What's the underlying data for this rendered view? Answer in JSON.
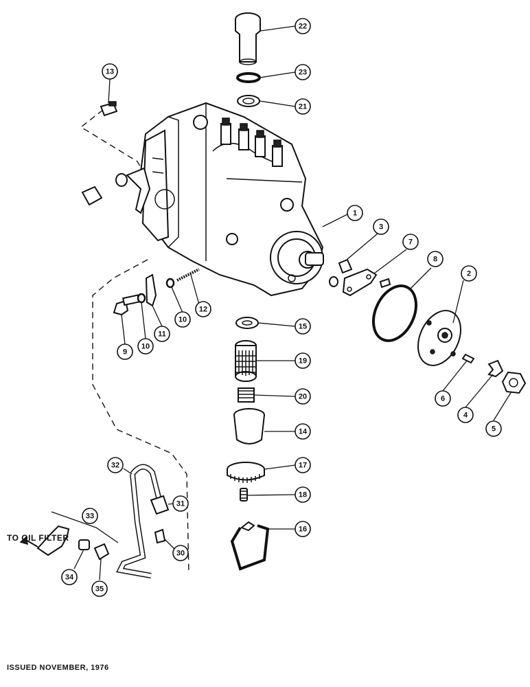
{
  "labels": {
    "to_oil_filter": "TO OIL FILTER",
    "issued": "ISSUED NOVEMBER, 1976"
  },
  "callouts": [
    {
      "id": "1",
      "name": "callout-1"
    },
    {
      "id": "2",
      "name": "callout-2"
    },
    {
      "id": "3",
      "name": "callout-3"
    },
    {
      "id": "4",
      "name": "callout-4"
    },
    {
      "id": "5",
      "name": "callout-5"
    },
    {
      "id": "6",
      "name": "callout-6"
    },
    {
      "id": "7",
      "name": "callout-7"
    },
    {
      "id": "8",
      "name": "callout-8"
    },
    {
      "id": "9",
      "name": "callout-9"
    },
    {
      "id": "10",
      "name": "callout-10-a"
    },
    {
      "id": "10",
      "name": "callout-10-b"
    },
    {
      "id": "11",
      "name": "callout-11"
    },
    {
      "id": "12",
      "name": "callout-12"
    },
    {
      "id": "13",
      "name": "callout-13"
    },
    {
      "id": "14",
      "name": "callout-14"
    },
    {
      "id": "15",
      "name": "callout-15"
    },
    {
      "id": "16",
      "name": "callout-16"
    },
    {
      "id": "17",
      "name": "callout-17"
    },
    {
      "id": "18",
      "name": "callout-18"
    },
    {
      "id": "19",
      "name": "callout-19"
    },
    {
      "id": "20",
      "name": "callout-20"
    },
    {
      "id": "21",
      "name": "callout-21"
    },
    {
      "id": "22",
      "name": "callout-22"
    },
    {
      "id": "23",
      "name": "callout-23"
    },
    {
      "id": "30",
      "name": "callout-30"
    },
    {
      "id": "31",
      "name": "callout-31"
    },
    {
      "id": "32",
      "name": "callout-32"
    },
    {
      "id": "33",
      "name": "callout-33"
    },
    {
      "id": "34",
      "name": "callout-34"
    },
    {
      "id": "35",
      "name": "callout-35"
    }
  ]
}
